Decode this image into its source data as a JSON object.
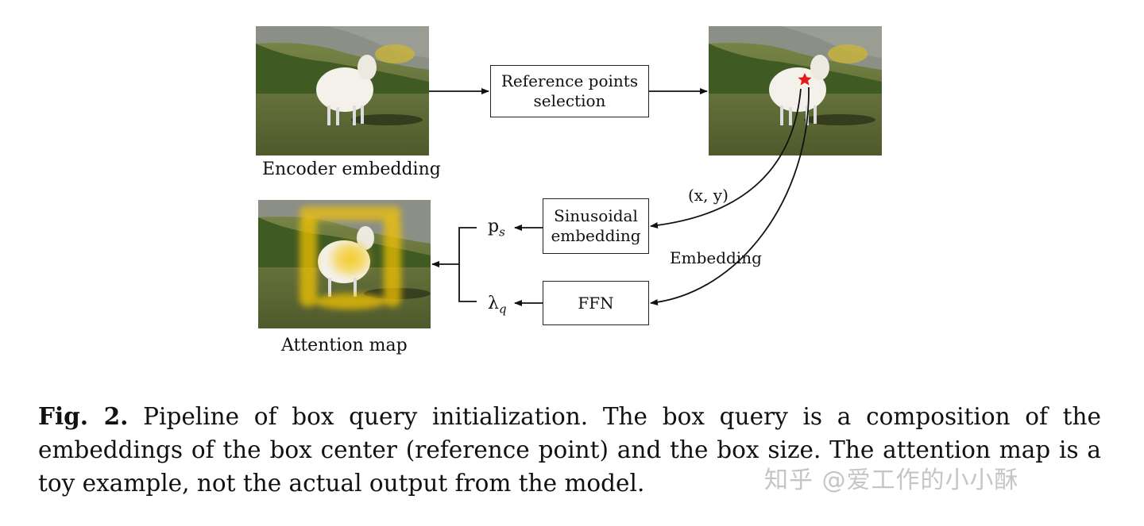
{
  "diagram": {
    "images": {
      "encoder": {
        "caption": "Encoder embedding"
      },
      "reference": {
        "caption": ""
      },
      "attention": {
        "caption": "Attention map"
      }
    },
    "nodes": {
      "ref_select": {
        "line1": "Reference points",
        "line2": "selection"
      },
      "sinusoidal": {
        "line1": "Sinusoidal",
        "line2": "embedding"
      },
      "ffn": {
        "line1": "FFN"
      }
    },
    "edge_labels": {
      "xy": "(x, y)",
      "embedding": "Embedding"
    },
    "symbols": {
      "ps_base": "p",
      "ps_sub": "s",
      "lambda_base": "λ",
      "lambda_sub": "q"
    }
  },
  "caption": {
    "lead": "Fig. 2.",
    "text": "Pipeline of box query initialization. The box query is a composition of the embeddings of the box center (reference point) and the box size. The attention map is a toy example, not the actual output from the model."
  },
  "watermark": "知乎 @爱工作的小小酥",
  "colors": {
    "star": "#e31b1b",
    "attention_glow": "#f5c400",
    "grass": "#5f6b33",
    "wall": "#8b8f86"
  }
}
